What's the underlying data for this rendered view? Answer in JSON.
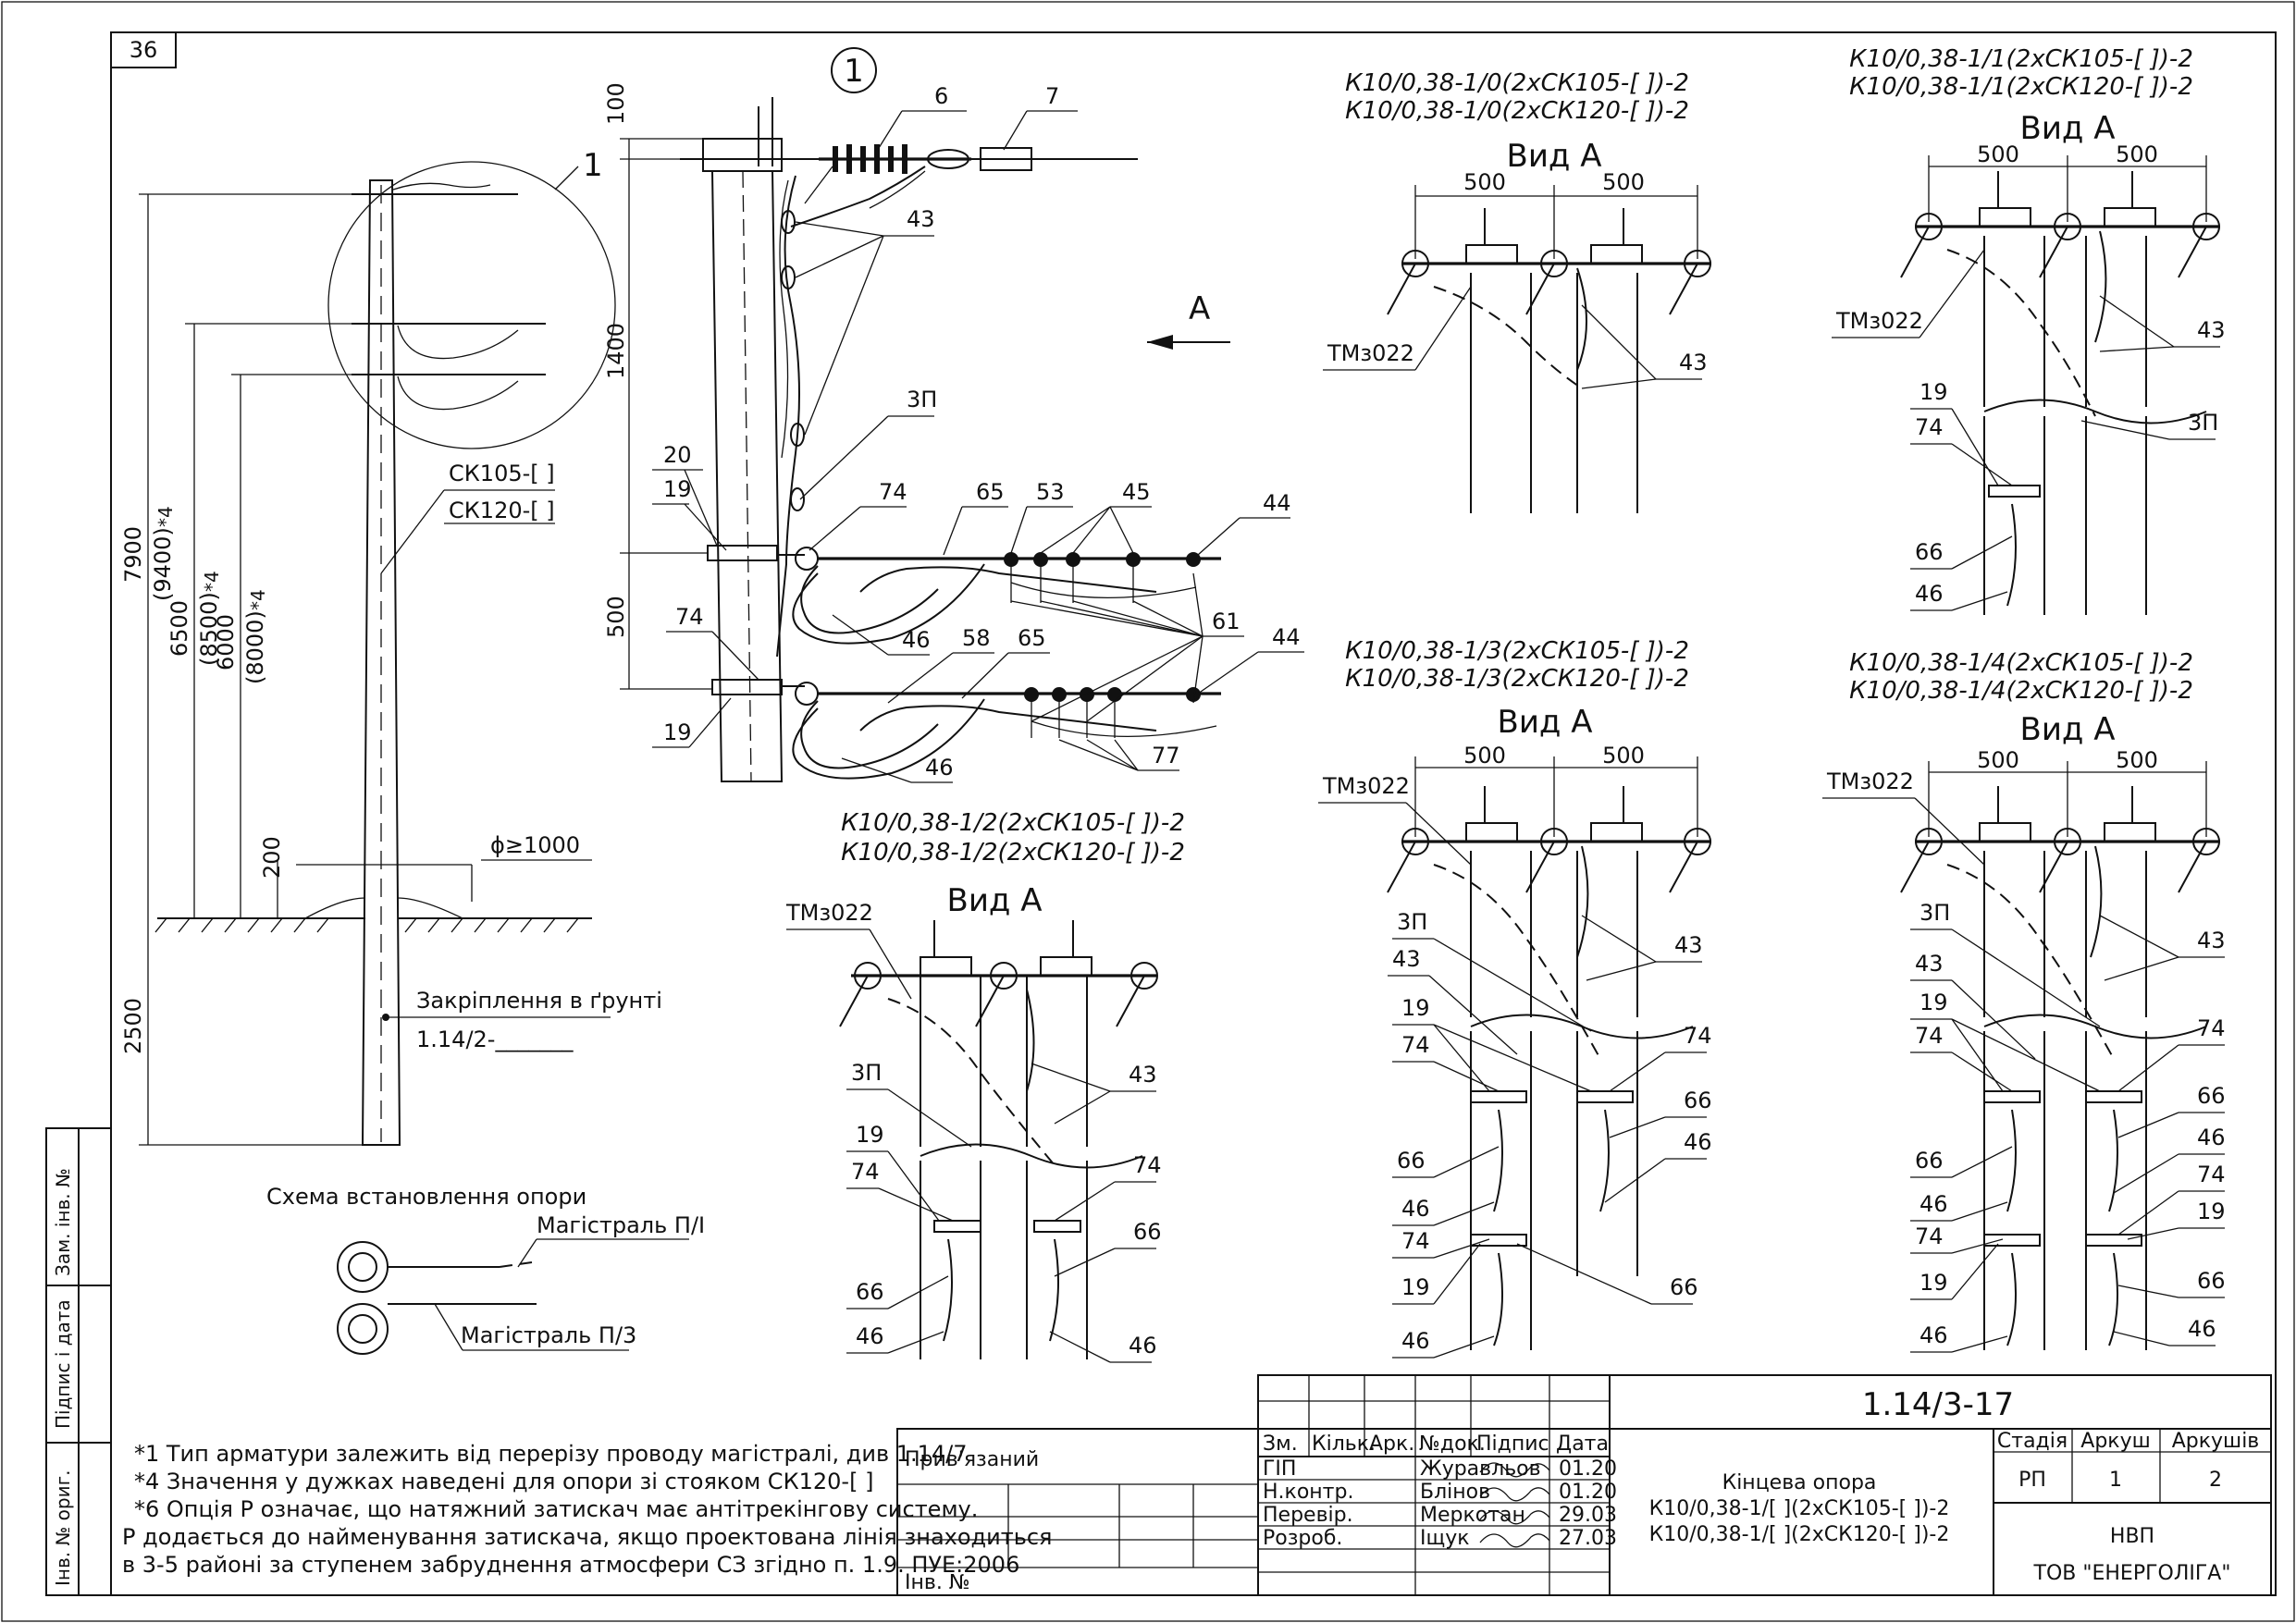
{
  "sheet_number": "36",
  "left_strip": {
    "inv_original": "Інв. № ориг.",
    "signature_date": "Підпис і дата",
    "replaced_inv": "Зам. інв. №"
  },
  "main_elevation": {
    "callout": "1",
    "pole_label_1": "СК105-[   ]",
    "pole_label_2": "СК120-[   ]",
    "dim_7900": "7900",
    "dim_9400": "(9400)",
    "dim_6500": "6500",
    "dim_8500": "(8500)",
    "dim_6000": "6000",
    "dim_8000": "(8000)",
    "note_mark": "*4",
    "dim_200": "200",
    "dim_2500": "2500",
    "diameter": "ϕ≥1000",
    "foundation_label": "Закріплення в ґрунті",
    "foundation_ref": "1.14/2-_______"
  },
  "detail_1": {
    "circle": "1",
    "view_arrow": "А",
    "dim_100": "100",
    "dim_1400": "1400",
    "dim_500": "500",
    "items": {
      "i6": "6",
      "i7": "7",
      "i43": "43",
      "i3p": "3П",
      "i20": "20",
      "i19a": "19",
      "i74a": "74",
      "i65a": "65",
      "i53": "53",
      "i45": "45",
      "i44a": "44",
      "i74b": "74",
      "i46a": "46",
      "i58": "58",
      "i65b": "65",
      "i61": "61",
      "i44b": "44",
      "i19b": "19",
      "i46b": "46",
      "i77": "77"
    }
  },
  "views": [
    {
      "caption1": "К10/0,38-1/0(2хСК105-[  ])-2",
      "caption2": "К10/0,38-1/0(2хСК120-[  ])-2",
      "title": "Вид А",
      "d1": "500",
      "d2": "500",
      "tm": "ТМз022",
      "n43": "43"
    },
    {
      "caption1": "К10/0,38-1/1(2хСК105-[  ])-2",
      "caption2": "К10/0,38-1/1(2хСК120-[  ])-2",
      "title": "Вид А",
      "d1": "500",
      "d2": "500",
      "tm": "ТМз022",
      "n43": "43",
      "n3p": "3П",
      "n19": "19",
      "n74": "74",
      "n66": "66",
      "n46": "46"
    },
    {
      "caption1": "К10/0,38-1/2(2хСК105-[  ])-2",
      "caption2": "К10/0,38-1/2(2хСК120-[  ])-2",
      "title": "Вид А",
      "tm": "ТМз022",
      "n3p": "3П",
      "n43": "43",
      "n19": "19",
      "n74a": "74",
      "n74b": "74",
      "n66a": "66",
      "n66b": "66",
      "n46a": "46",
      "n46b": "46"
    },
    {
      "caption1": "К10/0,38-1/3(2хСК105-[  ])-2",
      "caption2": "К10/0,38-1/3(2хСК120-[  ])-2",
      "title": "Вид А",
      "d1": "500",
      "d2": "500",
      "tm": "ТМз022",
      "n3p": "3П",
      "n43a": "43",
      "n43b": "43",
      "n19a": "19",
      "n74a": "74",
      "n74b": "74",
      "n66a": "66",
      "n66b": "66",
      "n46a": "46",
      "n46b": "46",
      "n74c": "74",
      "n19b": "19",
      "n46c": "46",
      "n66c": "66"
    },
    {
      "caption1": "К10/0,38-1/4(2хСК105-[  ])-2",
      "caption2": "К10/0,38-1/4(2хСК120-[  ])-2",
      "title": "Вид А",
      "d1": "500",
      "d2": "500",
      "tm": "ТМз022",
      "n3p": "3П",
      "n43a": "43",
      "n43b": "43",
      "n19a": "19",
      "n74a": "74",
      "n74b": "74",
      "n66a": "66",
      "n66b": "66",
      "n46a": "46",
      "n46b": "46",
      "n74c": "74",
      "n19b": "19",
      "n46c": "46",
      "n74d": "74",
      "n19c": "19",
      "n66c": "66",
      "n46d": "46"
    }
  ],
  "install_scheme": {
    "title": "Схема встановлення опори",
    "line1": "Магістраль П/І",
    "line2": "Магістраль П/3"
  },
  "notes": [
    "*1 Тип арматури залежить від перерізу проводу магістралі, див 1.14/7",
    "*4 Значення у дужках наведені для опори зі стояком СК120-[  ]",
    "*6 Опція Р означає, що натяжний затискач має антітрекінгову систему.",
    "Р додається до найменування затискача, якщо проектована лінія знаходиться",
    "в 3-5 районі за ступенем забруднення атмосфери СЗ згідно п. 1.9. ПУЕ:2006"
  ],
  "title_block": {
    "attached": "Прив'язаний",
    "inv_no": "Інв. №",
    "drawing_code": "1.14/3-17",
    "headers": [
      "Зм.",
      "Кільк.",
      "Арк.",
      "№док.",
      "Підпис",
      "Дата"
    ],
    "roles": [
      {
        "role": "ГІП",
        "name": "Журавльов",
        "date": "01.20"
      },
      {
        "role": "Н.контр.",
        "name": "Блінов",
        "date": "01.20"
      },
      {
        "role": "Перевір.",
        "name": "Меркотан",
        "date": "29.03"
      },
      {
        "role": "Розроб.",
        "name": "Іщук",
        "date": "27.03"
      }
    ],
    "description": [
      "Кінцева опора",
      "К10/0,38-1/[  ](2хСК105-[  ])-2",
      "К10/0,38-1/[  ](2хСК120-[  ])-2"
    ],
    "stage_header": "Стадія",
    "sheet_header": "Аркуш",
    "sheets_header": "Аркушів",
    "stage": "РП",
    "sheet": "1",
    "sheets": "2",
    "org1": "НВП",
    "org2": "ТОВ \"ЕНЕРГОЛІГА\""
  }
}
